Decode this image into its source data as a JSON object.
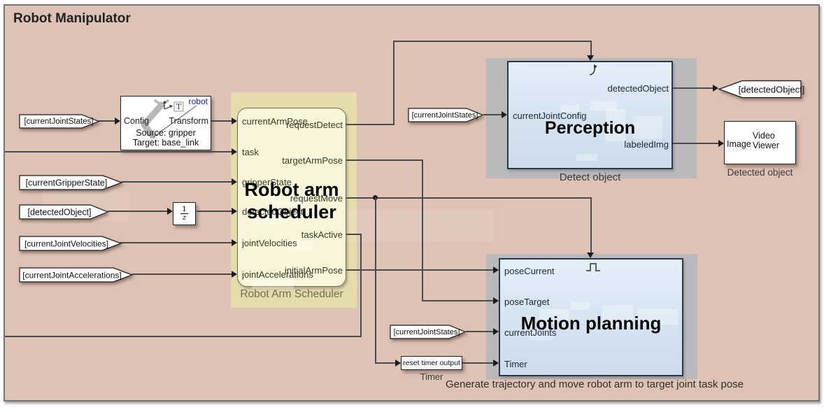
{
  "title": "Robot Manipulator",
  "colors": {
    "canvas_bg": "#ddc2b5",
    "scheduler_fill": "#f9f6d9",
    "scheduler_region": "#e5dcae",
    "subsystem_fill_top": "#e4eff9",
    "subsystem_fill_bottom": "#ccdcec",
    "region_gray": "#b9b9bb",
    "wire": "#4a4a4a",
    "annotation_blue": "#1616d2"
  },
  "scheduler": {
    "overlay1": "Robot arm",
    "overlay2": "scheduler",
    "caption": "Robot Arm Scheduler",
    "inputs": [
      "currentArmPose",
      "task",
      "gripperState",
      "detectedObject",
      "jointVelocities",
      "jointAccelerations"
    ],
    "outputs": [
      "requestDetect",
      "targetArmPose",
      "requestMove",
      "taskActive",
      "initialArmPose"
    ]
  },
  "perception": {
    "overlay": "Perception",
    "caption": "Detect object",
    "input": "currentJointConfig",
    "outputs": [
      "detectedObject",
      "labeledImg"
    ]
  },
  "motion": {
    "overlay": "Motion planning",
    "caption": "Generate trajectory and move robot arm to target joint task pose",
    "inputs": [
      "poseCurrent",
      "poseTarget",
      "currentJoints",
      "Timer"
    ]
  },
  "transform_block": {
    "annotation": "robot",
    "port_in": "Config",
    "port_out": "Transform",
    "detail1": "Source: gripper",
    "detail2": "Target: base_link"
  },
  "unit_delay": {
    "num": "1",
    "den": "z"
  },
  "timer_source": {
    "label": "reset timer output",
    "caption": "Timer"
  },
  "video_viewer": {
    "port": "Image",
    "name1": "Video",
    "name2": "Viewer",
    "caption": "Detected object"
  },
  "tags": {
    "t1": "[currentJointStates]",
    "t2": "[currentGripperState]",
    "t3": "[detectedObject]",
    "t4": "[currentJointVelocities]",
    "t5": "[currentJointAccelerations]",
    "t6": "[currentJointStates]",
    "t7": "[currentJointStates]",
    "t8": "[detectedObject]"
  }
}
